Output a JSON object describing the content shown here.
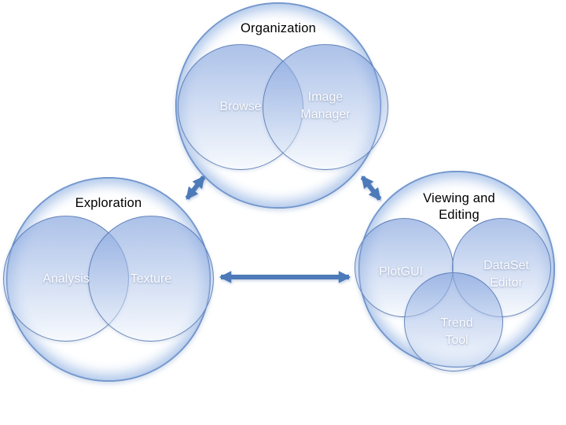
{
  "diagram": {
    "clusters": [
      {
        "title": "Organization",
        "tools": [
          {
            "label": "Browse"
          },
          {
            "label": "Image Manager"
          }
        ]
      },
      {
        "title": "Exploration",
        "tools": [
          {
            "label": "Analysis"
          },
          {
            "label": "Texture"
          }
        ]
      },
      {
        "title": "Viewing and Editing",
        "tools": [
          {
            "label": "PlotGUI"
          },
          {
            "label": "DataSet Editor"
          },
          {
            "label": "Trend Tool"
          }
        ]
      }
    ],
    "connections": [
      {
        "from": "Organization",
        "to": "Exploration",
        "style": "double-headed-arrow"
      },
      {
        "from": "Organization",
        "to": "Viewing and Editing",
        "style": "double-headed-arrow"
      },
      {
        "from": "Exploration",
        "to": "Viewing and Editing",
        "style": "double-headed-arrow"
      }
    ],
    "colors": {
      "arrow": "#4d7ab8",
      "sub_circle_fill_top": "#aac4ee",
      "sub_circle_fill_bottom": "#eef3fb",
      "sub_circle_border": "#5f86c0",
      "outer_ring_border": "#7ea2d6",
      "outer_ring_glow": "#aec6ea",
      "title_text": "#000000",
      "label_text": "#ffffff",
      "background": "#ffffff"
    }
  }
}
